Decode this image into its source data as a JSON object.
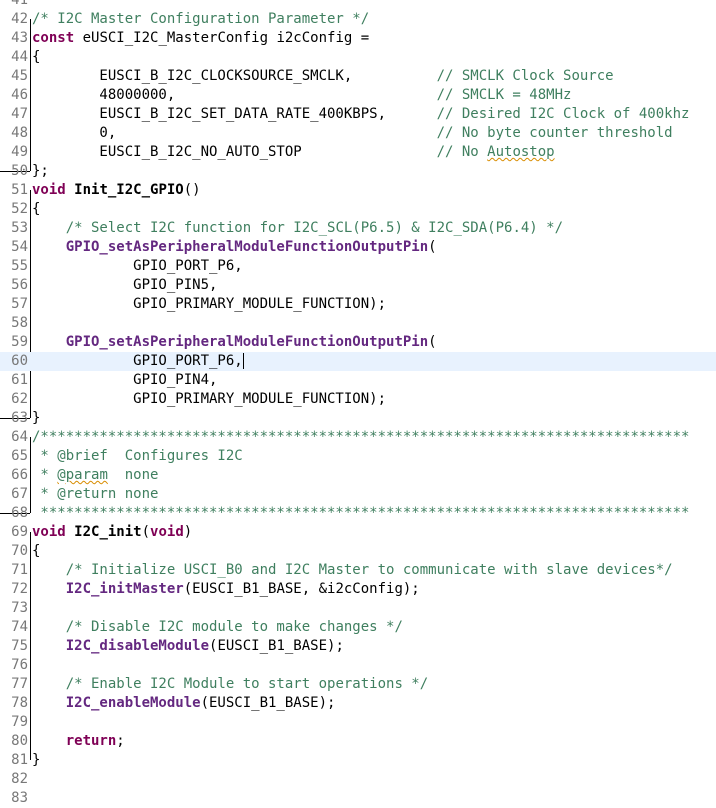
{
  "editor": {
    "current_line": 60,
    "lines": [
      {
        "n": "41",
        "tokens": []
      },
      {
        "n": "42",
        "tokens": [
          {
            "c": "c",
            "t": "/* I2C Master Configuration Parameter */"
          }
        ]
      },
      {
        "n": "43",
        "tokens": [
          {
            "c": "k",
            "t": "const"
          },
          {
            "c": "",
            "t": " eUSCI_I2C_MasterConfig i2cConfig ="
          }
        ]
      },
      {
        "n": "44",
        "tokens": [
          {
            "c": "",
            "t": "{"
          }
        ]
      },
      {
        "n": "45",
        "tokens": [
          {
            "c": "",
            "t": "        EUSCI_B_I2C_CLOCKSOURCE_SMCLK,          "
          },
          {
            "c": "c",
            "t": "// SMCLK Clock Source"
          }
        ]
      },
      {
        "n": "46",
        "tokens": [
          {
            "c": "",
            "t": "        48000000,                               "
          },
          {
            "c": "c",
            "t": "// SMCLK = 48MHz"
          }
        ]
      },
      {
        "n": "47",
        "tokens": [
          {
            "c": "",
            "t": "        EUSCI_B_I2C_SET_DATA_RATE_400KBPS,      "
          },
          {
            "c": "c",
            "t": "// Desired I2C Clock of 400khz"
          }
        ]
      },
      {
        "n": "48",
        "tokens": [
          {
            "c": "",
            "t": "        0,                                      "
          },
          {
            "c": "c",
            "t": "// No byte counter threshold"
          }
        ]
      },
      {
        "n": "49",
        "tokens": [
          {
            "c": "",
            "t": "        EUSCI_B_I2C_NO_AUTO_STOP                "
          },
          {
            "c": "c",
            "t": "// No "
          },
          {
            "c": "c sp",
            "t": "Autostop"
          }
        ]
      },
      {
        "n": "50",
        "tokens": [
          {
            "c": "",
            "t": "};"
          }
        ]
      },
      {
        "n": "51",
        "tokens": [
          {
            "c": "k",
            "t": "void"
          },
          {
            "c": "",
            "t": " "
          },
          {
            "c": "f",
            "t": "Init_I2C_GPIO"
          },
          {
            "c": "",
            "t": "()"
          }
        ]
      },
      {
        "n": "52",
        "tokens": [
          {
            "c": "",
            "t": "{"
          }
        ]
      },
      {
        "n": "53",
        "tokens": [
          {
            "c": "",
            "t": "    "
          },
          {
            "c": "c",
            "t": "/* Select I2C function for I2C_SCL(P6.5) & I2C_SDA(P6.4) */"
          }
        ]
      },
      {
        "n": "54",
        "tokens": [
          {
            "c": "",
            "t": "    "
          },
          {
            "c": "m",
            "t": "GPIO_setAsPeripheralModuleFunctionOutputPin"
          },
          {
            "c": "",
            "t": "("
          }
        ]
      },
      {
        "n": "55",
        "tokens": [
          {
            "c": "",
            "t": "            GPIO_PORT_P6,"
          }
        ]
      },
      {
        "n": "56",
        "tokens": [
          {
            "c": "",
            "t": "            GPIO_PIN5,"
          }
        ]
      },
      {
        "n": "57",
        "tokens": [
          {
            "c": "",
            "t": "            GPIO_PRIMARY_MODULE_FUNCTION);"
          }
        ]
      },
      {
        "n": "58",
        "tokens": []
      },
      {
        "n": "59",
        "tokens": [
          {
            "c": "",
            "t": "    "
          },
          {
            "c": "m",
            "t": "GPIO_setAsPeripheralModuleFunctionOutputPin"
          },
          {
            "c": "",
            "t": "("
          }
        ]
      },
      {
        "n": "60",
        "tokens": [
          {
            "c": "",
            "t": "            GPIO_PORT_P6,"
          }
        ]
      },
      {
        "n": "61",
        "tokens": [
          {
            "c": "",
            "t": "            GPIO_PIN4,"
          }
        ]
      },
      {
        "n": "62",
        "tokens": [
          {
            "c": "",
            "t": "            GPIO_PRIMARY_MODULE_FUNCTION);"
          }
        ]
      },
      {
        "n": "63",
        "tokens": [
          {
            "c": "",
            "t": "}"
          }
        ]
      },
      {
        "n": "64",
        "tokens": [
          {
            "c": "c",
            "t": "/*****************************************************************************"
          }
        ]
      },
      {
        "n": "65",
        "tokens": [
          {
            "c": "c",
            "t": " * @brief  Configures I2C"
          }
        ]
      },
      {
        "n": "66",
        "tokens": [
          {
            "c": "c",
            "t": " * "
          },
          {
            "c": "c sp",
            "t": "@param"
          },
          {
            "c": "c",
            "t": "  none"
          }
        ]
      },
      {
        "n": "67",
        "tokens": [
          {
            "c": "c",
            "t": " * @return none"
          }
        ]
      },
      {
        "n": "68",
        "tokens": [
          {
            "c": "c",
            "t": " *****************************************************************************"
          }
        ]
      },
      {
        "n": "69",
        "tokens": [
          {
            "c": "k",
            "t": "void"
          },
          {
            "c": "",
            "t": " "
          },
          {
            "c": "f",
            "t": "I2C_init"
          },
          {
            "c": "",
            "t": "("
          },
          {
            "c": "k",
            "t": "void"
          },
          {
            "c": "",
            "t": ")"
          }
        ]
      },
      {
        "n": "70",
        "tokens": [
          {
            "c": "",
            "t": "{"
          }
        ]
      },
      {
        "n": "71",
        "tokens": [
          {
            "c": "",
            "t": "    "
          },
          {
            "c": "c",
            "t": "/* Initialize USCI_B0 and I2C Master to communicate with slave devices*/"
          }
        ]
      },
      {
        "n": "72",
        "tokens": [
          {
            "c": "",
            "t": "    "
          },
          {
            "c": "m",
            "t": "I2C_initMaster"
          },
          {
            "c": "",
            "t": "(EUSCI_B1_BASE, &i2cConfig);"
          }
        ]
      },
      {
        "n": "73",
        "tokens": []
      },
      {
        "n": "74",
        "tokens": [
          {
            "c": "",
            "t": "    "
          },
          {
            "c": "c",
            "t": "/* Disable I2C module to make changes */"
          }
        ]
      },
      {
        "n": "75",
        "tokens": [
          {
            "c": "",
            "t": "    "
          },
          {
            "c": "m",
            "t": "I2C_disableModule"
          },
          {
            "c": "",
            "t": "(EUSCI_B1_BASE);"
          }
        ]
      },
      {
        "n": "76",
        "tokens": []
      },
      {
        "n": "77",
        "tokens": [
          {
            "c": "",
            "t": "    "
          },
          {
            "c": "c",
            "t": "/* Enable I2C Module to start operations */"
          }
        ]
      },
      {
        "n": "78",
        "tokens": [
          {
            "c": "",
            "t": "    "
          },
          {
            "c": "m",
            "t": "I2C_enableModule"
          },
          {
            "c": "",
            "t": "(EUSCI_B1_BASE);"
          }
        ]
      },
      {
        "n": "79",
        "tokens": []
      },
      {
        "n": "80",
        "tokens": [
          {
            "c": "",
            "t": "    "
          },
          {
            "c": "k",
            "t": "return"
          },
          {
            "c": "",
            "t": ";"
          }
        ]
      },
      {
        "n": "81",
        "tokens": [
          {
            "c": "",
            "t": "}"
          }
        ]
      },
      {
        "n": "82",
        "tokens": []
      },
      {
        "n": "83",
        "tokens": []
      }
    ]
  }
}
